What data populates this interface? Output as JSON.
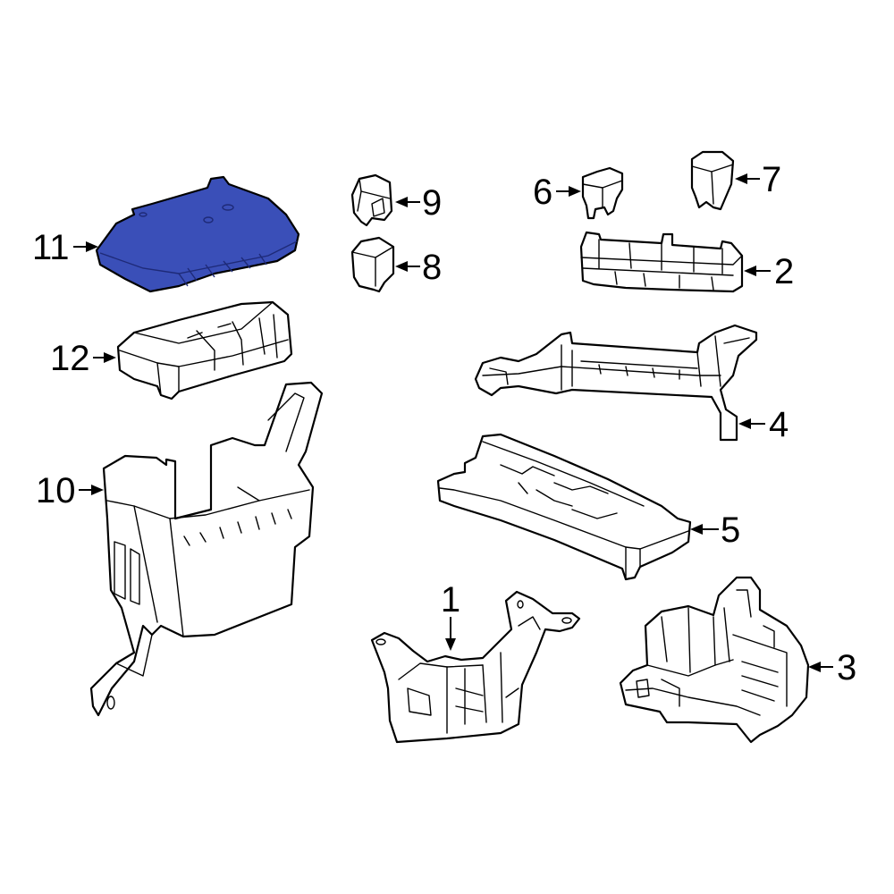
{
  "highlight": {
    "fill": "#3a4fb8",
    "line": "#1e2a78"
  },
  "callouts": [
    {
      "id": "callout-1",
      "label": "1"
    },
    {
      "id": "callout-2",
      "label": "2"
    },
    {
      "id": "callout-3",
      "label": "3"
    },
    {
      "id": "callout-4",
      "label": "4"
    },
    {
      "id": "callout-5",
      "label": "5"
    },
    {
      "id": "callout-6",
      "label": "6"
    },
    {
      "id": "callout-7",
      "label": "7"
    },
    {
      "id": "callout-8",
      "label": "8"
    },
    {
      "id": "callout-9",
      "label": "9"
    },
    {
      "id": "callout-10",
      "label": "10"
    },
    {
      "id": "callout-11",
      "label": "11"
    },
    {
      "id": "callout-12",
      "label": "12"
    }
  ]
}
